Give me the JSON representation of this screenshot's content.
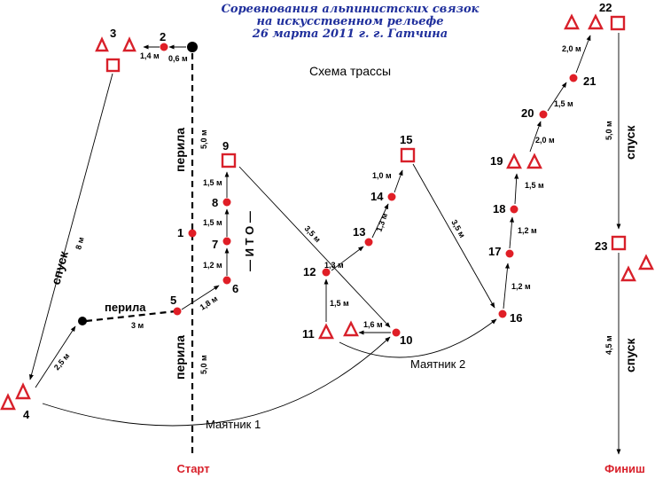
{
  "header": {
    "line1": "Соревнования альпинистских связок",
    "line2": "на искусственном рельефе",
    "line3": "26 марта 2011 г.  г. Гатчина"
  },
  "diagram_title": "Схема трассы",
  "points": {
    "p1": "1",
    "p2": "2",
    "p3": "3",
    "p4": "4",
    "p5": "5",
    "p6": "6",
    "p7": "7",
    "p8": "8",
    "p9": "9",
    "p10": "10",
    "p11": "11",
    "p12": "12",
    "p13": "13",
    "p14": "14",
    "p15": "15",
    "p16": "16",
    "p17": "17",
    "p18": "18",
    "p19": "19",
    "p20": "20",
    "p21": "21",
    "p22": "22",
    "p23": "23"
  },
  "distances": {
    "d_start_2": "0,6 м",
    "d_2_3": "1,4 м",
    "d_3_4": "8 м",
    "d_4_b": "2,5 м",
    "d_b_5": "3 м",
    "d_5_6": "1,8 м",
    "d_6_7": "1,2 м",
    "d_7_8": "1,5 м",
    "d_8_9": "1,5 м",
    "d_9_10": "3,5 м",
    "d_10_11": "1,6 м",
    "d_11_12": "1,5 м",
    "d_12_13": "1,3 м",
    "d_13_14": "1,3 м",
    "d_14_15": "1,0 м",
    "d_15_16": "3,5 м",
    "d_16_17": "1,2 м",
    "d_17_18": "1,2 м",
    "d_18_19": "1,5 м",
    "d_19_20": "2,0 м",
    "d_20_21": "1,5 м",
    "d_21_22": "2,0 м",
    "d_22_23": "5,0 м",
    "d_23_finish": "4,5 м",
    "d_rope_upper": "5,0 м",
    "d_rope_lower": "5,0 м"
  },
  "labels": {
    "perila_upper": "перила",
    "perila_lower": "перила",
    "perila_horizontal": "перила",
    "spusk_left": "спуск",
    "spusk_right_upper": "спуск",
    "spusk_right_lower": "спуск",
    "ito": "— И Т О —",
    "mayatnik1": "Маятник 1",
    "mayatnik2": "Маятник 2",
    "start": "Старт",
    "finish": "Финиш"
  },
  "colors": {
    "route": "#000000",
    "point": "#e01e26",
    "station": "#d8202a",
    "header": "#1f2f9c"
  }
}
